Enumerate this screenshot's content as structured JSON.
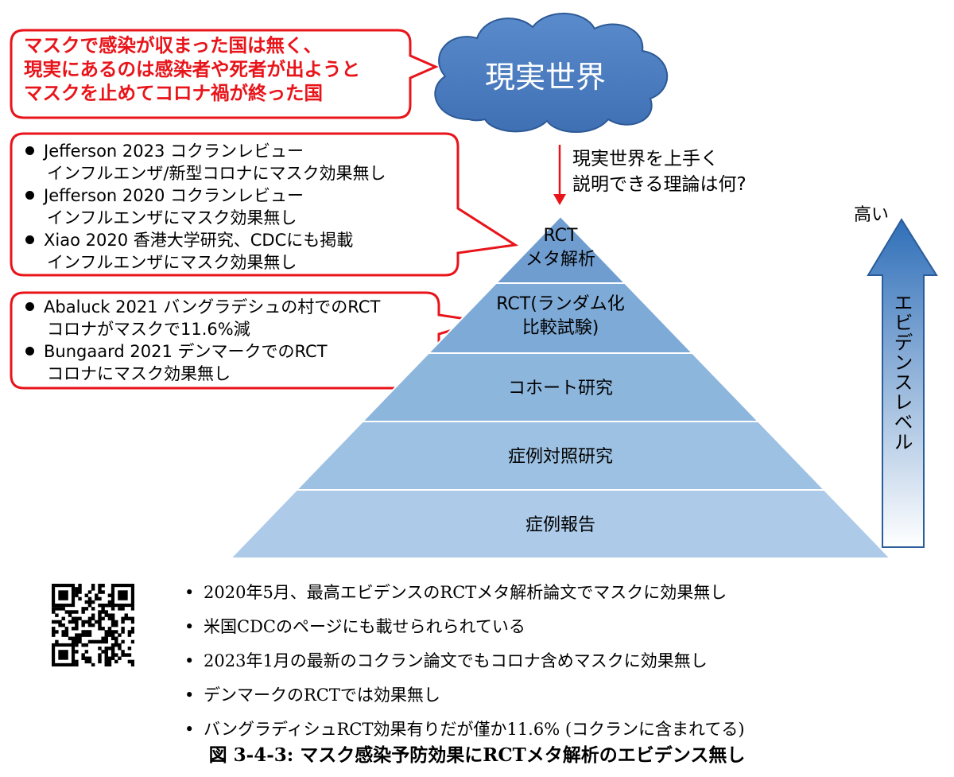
{
  "cloud": {
    "label": "現実世界"
  },
  "red_callout": {
    "lines": [
      "マスクで感染が収まった国は無く、",
      "現実にあるのは感染者や死者が出ようと",
      "マスクを止めてコロナ禍が終った国"
    ]
  },
  "callout_meta": {
    "items": [
      {
        "title": "Jefferson 2023 コクランレビュー",
        "detail": "インフルエンザ/新型コロナにマスク効果無し"
      },
      {
        "title": "Jefferson 2020 コクランレビュー",
        "detail": "インフルエンザにマスク効果無し"
      },
      {
        "title": "Xiao 2020 香港大学研究、CDCにも掲載",
        "detail": "インフルエンザにマスク効果無し"
      }
    ]
  },
  "callout_rct": {
    "items": [
      {
        "title": "Abaluck 2021 バングラデシュの村でのRCT",
        "detail": "コロナがマスクで11.6%減"
      },
      {
        "title": "Bungaard 2021 デンマークでのRCT",
        "detail": "コロナにマスク効果無し"
      }
    ]
  },
  "question": {
    "line1": "現実世界を上手く",
    "line2": "説明できる理論は何?"
  },
  "pyramid": {
    "levels": [
      {
        "line1": "RCT",
        "line2": "メタ解析"
      },
      {
        "line1": "RCT(ランダム化",
        "line2": "比較試験)"
      },
      {
        "line1": "コホート研究",
        "line2": ""
      },
      {
        "line1": "症例対照研究",
        "line2": ""
      },
      {
        "line1": "症例報告",
        "line2": ""
      }
    ],
    "colors": [
      "#6f9dd0",
      "#7eaad7",
      "#8db6dd",
      "#9dc1e3",
      "#adcbe9"
    ]
  },
  "evidence_arrow": {
    "high_label": "高い",
    "label": "エビデンスレベル",
    "color_top": "#2f6fb8",
    "color_bottom": "#ffffff"
  },
  "summary": {
    "items": [
      "2020年5月、最高エビデンスのRCTメタ解析論文でマスクに効果無し",
      "米国CDCのページにも載せられられている",
      "2023年1月の最新のコクラン論文でもコロナ含めマスクに効果無し",
      "デンマークのRCTでは効果無し",
      "バングラディシュRCT効果有りだが僅か11.6% (コクランに含まれてる)"
    ]
  },
  "caption": "図 3-4-3: マスク感染予防効果にRCTメタ解析のエビデンス無し",
  "colors": {
    "accent_red": "#e8141a",
    "cloud_fill": "#4d7fc0",
    "arrow_red": "#e8141a"
  }
}
